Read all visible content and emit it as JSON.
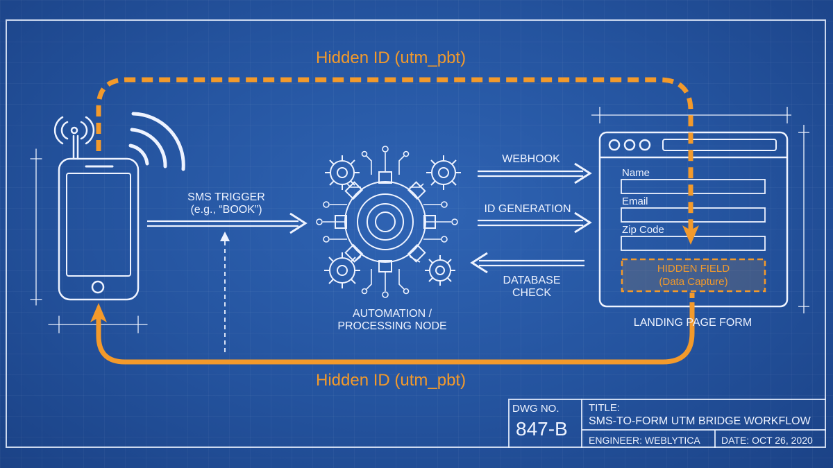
{
  "labels": {
    "hidden_id_top": "Hidden ID (utm_pbt)",
    "hidden_id_bottom": "Hidden ID (utm_pbt)",
    "sms_trigger_line1": "SMS TRIGGER",
    "sms_trigger_line2": "(e.g., “BOOK”)",
    "node_line1": "AUTOMATION /",
    "node_line2": "PROCESSING NODE",
    "webhook": "WEBHOOK",
    "id_generation": "ID GENERATION",
    "database_line1": "DATABASE",
    "database_line2": "CHECK",
    "landing_page_form": "LANDING PAGE FORM"
  },
  "form": {
    "fields": [
      "Name",
      "Email",
      "Zip Code"
    ],
    "hidden_field_line1": "HIDDEN FIELD",
    "hidden_field_line2": "(Data Capture)"
  },
  "title_block": {
    "dwg_label": "DWG NO.",
    "dwg_number": "847-B",
    "title_label": "TITLE:",
    "title": "SMS-TO-FORM UTM BRIDGE WORKFLOW",
    "engineer": "ENGINEER: WEBLYTICA",
    "date": "DATE: OCT 26, 2020"
  },
  "colors": {
    "background": "#24539e",
    "line": "#eef3ff",
    "accent": "#f39a2b"
  },
  "icons": [
    "smartphone-icon",
    "signal-waves-icon",
    "gear-icon",
    "browser-window-icon"
  ]
}
